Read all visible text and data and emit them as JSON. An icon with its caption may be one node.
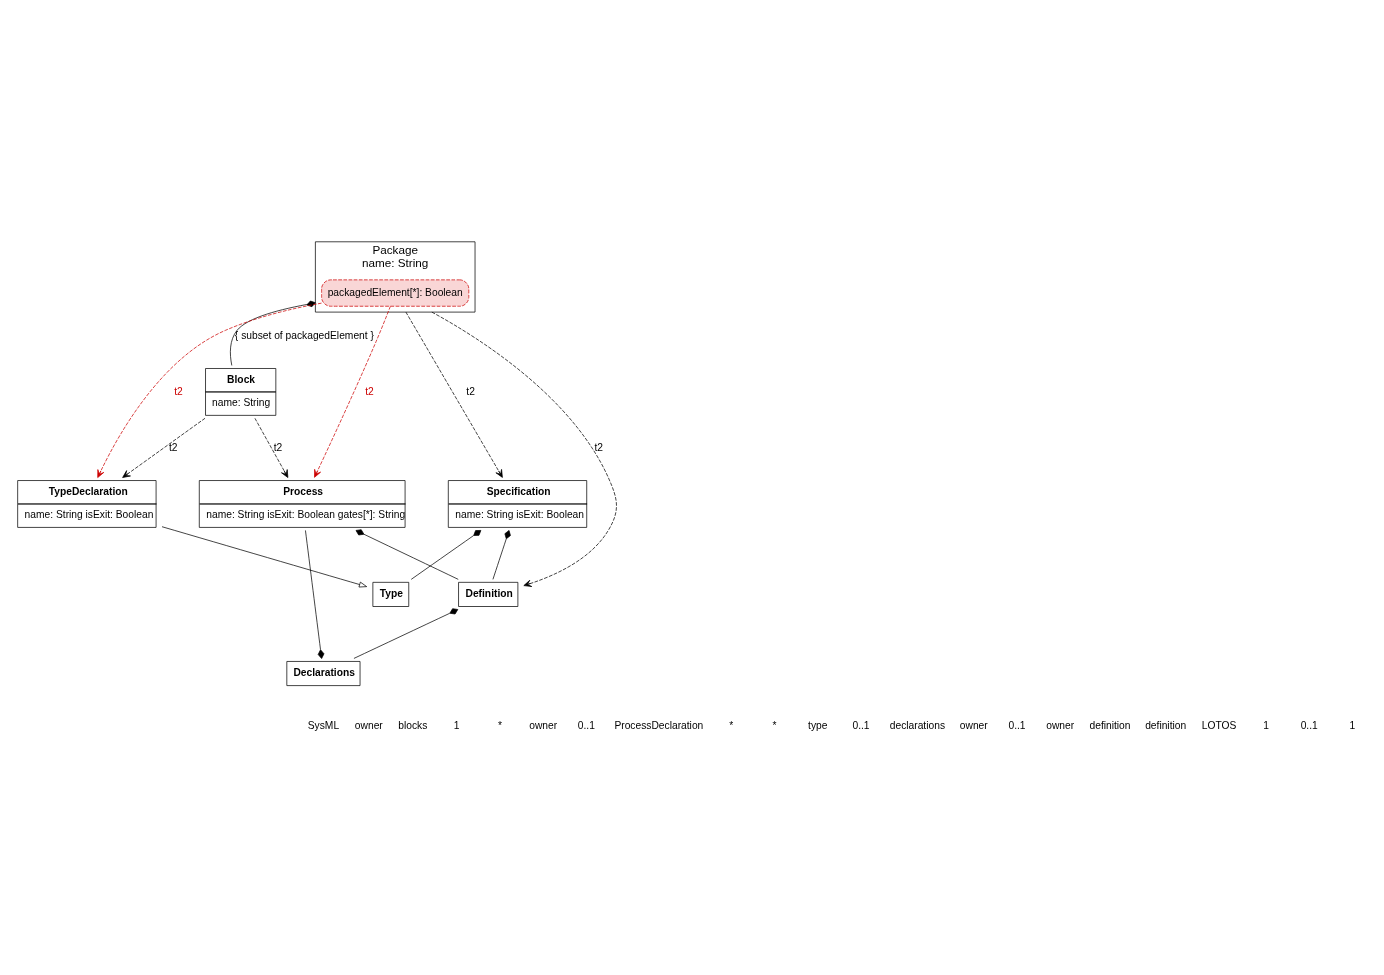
{
  "diagram": {
    "nodes": [
      {
        "text": [
          "Package",
          "name: String"
        ]
      },
      {
        "text": [
          "packagedElement[*]: Boolean"
        ],
        "in": 0
      },
      {
        "text": [
          "Block",
          "name: String"
        ]
      },
      {
        "text": [
          "TypeDeclaration",
          "name: String isExit: Boolean"
        ]
      },
      {
        "text": [
          "Process",
          "name: String isExit: Boolean gates[*]: String"
        ]
      },
      {
        "text": [
          "Type"
        ]
      },
      {
        "text": [
          "Declarations"
        ]
      },
      {
        "text": [
          "Specification",
          "name: String isExit: Boolean"
        ]
      },
      {
        "text": [
          "Definition"
        ]
      }
    ],
    "edges": [
      {
        "from": 0,
        "to": 2,
        "arrow": "other",
        "label": "{ subset of packagedElement }"
      },
      {
        "from": 1,
        "to": 3,
        "arrow": "to",
        "label": "t2",
        "style": "dashed",
        "color": "#cc0000"
      },
      {
        "from": 1,
        "to": 4,
        "arrow": "to",
        "label": "t2",
        "style": "dashed",
        "color": "#cc0000"
      },
      {
        "from": 2,
        "to": 3,
        "arrow": "to",
        "label": "t2",
        "style": "dashed"
      },
      {
        "from": 2,
        "to": 4,
        "arrow": "to",
        "label": "t2",
        "style": "dashed"
      },
      {
        "from": 0,
        "to": 7,
        "arrow": "to",
        "label": "t2",
        "style": "dashed"
      },
      {
        "from": 0,
        "to": 8,
        "arrow": "to",
        "label": "t2",
        "style": "dashed"
      },
      {
        "from": 3,
        "to": 5,
        "arrow": "to"
      },
      {
        "from": 7,
        "to": 5,
        "arrow": "other"
      },
      {
        "from": 6,
        "to": 4,
        "arrow": "other"
      },
      {
        "from": 8,
        "to": 6,
        "arrow": "other"
      },
      {
        "from": 7,
        "to": 8,
        "arrow": "other"
      },
      {
        "from": 4,
        "to": 8,
        "arrow": "other"
      }
    ],
    "labels": [
      "SysML",
      "owner",
      "blocks",
      "1",
      "*",
      "owner",
      "0..1",
      "ProcessDeclaration",
      "*",
      "*",
      "type",
      "0..1",
      "declarations",
      "owner",
      "0..1",
      "owner",
      "definition",
      "definition",
      "LOTOS",
      "1",
      "0..1",
      "1"
    ]
  }
}
